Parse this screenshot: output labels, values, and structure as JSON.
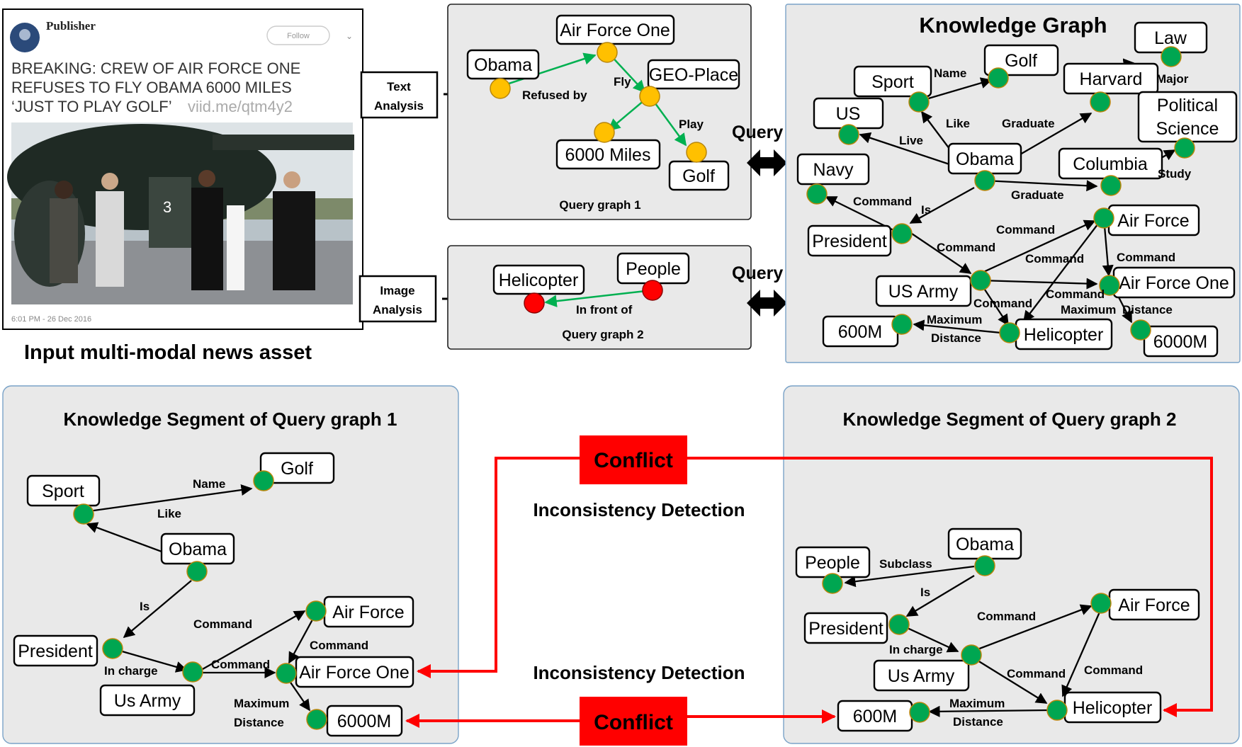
{
  "tweet": {
    "publisher": "Publisher",
    "follow_label": "Follow",
    "headline": [
      "BREAKING: CREW OF AIR FORCE ONE",
      "REFUSES TO FLY OBAMA 6000 MILES",
      "‘JUST TO PLAY GOLF’"
    ],
    "link": "viid.me/qtm4y2",
    "timestamp": "6:01 PM - 26 Dec 2016",
    "caption": "Input multi-modal news asset"
  },
  "analysis": {
    "text": [
      "Text",
      "Analysis"
    ],
    "image": [
      "Image",
      "Analysis"
    ]
  },
  "query1": {
    "title": "Query graph 1",
    "nodes": [
      "Obama",
      "Air Force One",
      "GEO-Place",
      "6000 Miles",
      "Golf"
    ],
    "edges": [
      "Refused by",
      "Fly",
      "Play"
    ]
  },
  "query2": {
    "title": "Query graph 2",
    "nodes": [
      "Helicopter",
      "People"
    ],
    "edges": [
      "In front of"
    ]
  },
  "query_labels": [
    "Query 1",
    "Query 2"
  ],
  "kg": {
    "title": "Knowledge Graph",
    "nodes": [
      "Golf",
      "Law",
      "Sport",
      "Harvard",
      "US",
      "Political",
      "Science",
      "Obama",
      "Columbia",
      "Navy",
      "Air Force",
      "President",
      "Air Force One",
      "US Army",
      "600M",
      "Helicopter",
      "6000M"
    ],
    "edges": [
      "Name",
      "Major",
      "Like",
      "Graduate",
      "Live",
      "Study",
      "Graduate",
      "Command",
      "Is",
      "Command",
      "Command",
      "Command",
      "Command",
      "Command",
      "Command",
      "Maximum",
      "Distance",
      "Maximum",
      "Distance"
    ]
  },
  "seg1": {
    "title": "Knowledge Segment of Query graph 1",
    "nodes": [
      "Golf",
      "Sport",
      "Obama",
      "President",
      "Air Force",
      "Air Force One",
      "Us Army",
      "6000M"
    ],
    "edges": [
      "Name",
      "Like",
      "Is",
      "Command",
      "Command",
      "In charge",
      "Command",
      "Maximum",
      "Distance"
    ]
  },
  "seg2": {
    "title": "Knowledge Segment of Query graph 2",
    "nodes": [
      "Obama",
      "People",
      "President",
      "Air Force",
      "Us Army",
      "600M",
      "Helicopter"
    ],
    "edges": [
      "Subclass",
      "Is",
      "Command",
      "In charge",
      "Command",
      "Command",
      "Maximum",
      "Distance"
    ]
  },
  "middle": {
    "conflict": "Conflict",
    "detection": "Inconsistency Detection"
  },
  "colors": {
    "node_yellow": "#ffc000",
    "node_red": "#ff0000",
    "node_green": "#00a651",
    "edge_green": "#00b050",
    "conflict": "#ff0000",
    "panel_fill": "#e9e9e9"
  }
}
